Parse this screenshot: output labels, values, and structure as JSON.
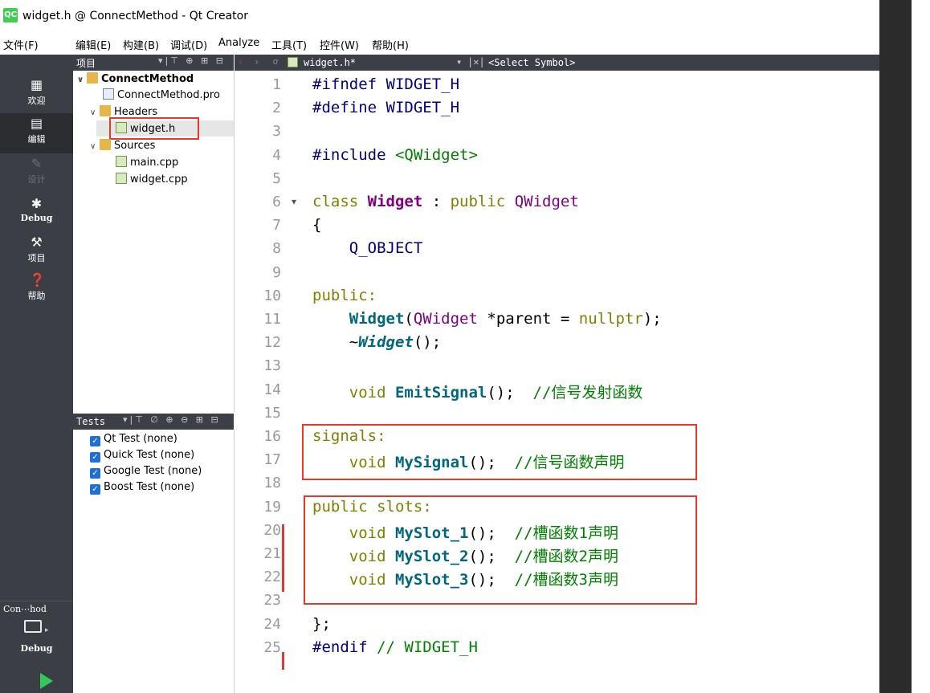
{
  "window": {
    "title": "widget.h @ ConnectMethod - Qt Creator",
    "app_icon": "QC"
  },
  "menu": [
    "文件(F)",
    "编辑(E)",
    "构建(B)",
    "调试(D)",
    "Analyze",
    "工具(T)",
    "控件(W)",
    "帮助(H)"
  ],
  "activity_bar": {
    "items": [
      {
        "icon": "grid-icon",
        "label": "欢迎"
      },
      {
        "icon": "edit-icon",
        "label": "编辑"
      },
      {
        "icon": "pencil-icon",
        "label": "设计"
      },
      {
        "icon": "bug-icon",
        "label": "Debug"
      },
      {
        "icon": "wrench-icon",
        "label": "项目"
      },
      {
        "icon": "help-icon",
        "label": "帮助"
      }
    ],
    "kit_label": "Con⋯hod",
    "kit_mode": "Debug"
  },
  "project_pane": {
    "header": "项目",
    "tree": {
      "project": "ConnectMethod",
      "pro_file": "ConnectMethod.pro",
      "headers_folder": "Headers",
      "header_file": "widget.h",
      "sources_folder": "Sources",
      "source_files": [
        "main.cpp",
        "widget.cpp"
      ]
    }
  },
  "tests_pane": {
    "header": "Tests",
    "items": [
      "Qt Test (none)",
      "Quick Test (none)",
      "Google Test (none)",
      "Boost Test (none)"
    ]
  },
  "editor": {
    "tab_file": "widget.h*",
    "symbol": "<Select Symbol>",
    "line_numbers": [
      "1",
      "2",
      "3",
      "4",
      "5",
      "6",
      "7",
      "8",
      "9",
      "10",
      "11",
      "12",
      "13",
      "14",
      "15",
      "16",
      "17",
      "18",
      "19",
      "20",
      "21",
      "22",
      "23",
      "24",
      "25"
    ],
    "code": {
      "l1a": "#ifndef",
      "l1b": " WIDGET_H",
      "l2a": "#define",
      "l2b": " WIDGET_H",
      "l4a": "#include",
      "l4b": " <QWidget>",
      "l6a": "class ",
      "l6b": "Widget",
      "l6c": " : ",
      "l6d": "public",
      "l6e": " QWidget",
      "l7": "{",
      "l8": "    Q_OBJECT",
      "l10": "public:",
      "l11a": "    ",
      "l11b": "Widget",
      "l11c": "(",
      "l11d": "QWidget",
      "l11e": " *parent = ",
      "l11f": "nullptr",
      "l11g": ");",
      "l12a": "    ~",
      "l12b": "Widget",
      "l12c": "();",
      "l14a": "    void ",
      "l14b": "EmitSignal",
      "l14c": "();  ",
      "l14d": "//信号发射函数",
      "l16": "signals:",
      "l17a": "    void ",
      "l17b": "MySignal",
      "l17c": "();  ",
      "l17d": "//信号函数声明",
      "l19": "public slots:",
      "l20a": "    void ",
      "l20b": "MySlot_1",
      "l20c": "();  ",
      "l20d": "//槽函数1声明",
      "l21a": "    void ",
      "l21b": "MySlot_2",
      "l21c": "();  ",
      "l21d": "//槽函数2声明",
      "l22a": "    void ",
      "l22b": "MySlot_3",
      "l22c": "();  ",
      "l22d": "//槽函数3声明",
      "l23": "};",
      "l24a": "#endif",
      "l24b": " // WIDGET_H"
    }
  }
}
